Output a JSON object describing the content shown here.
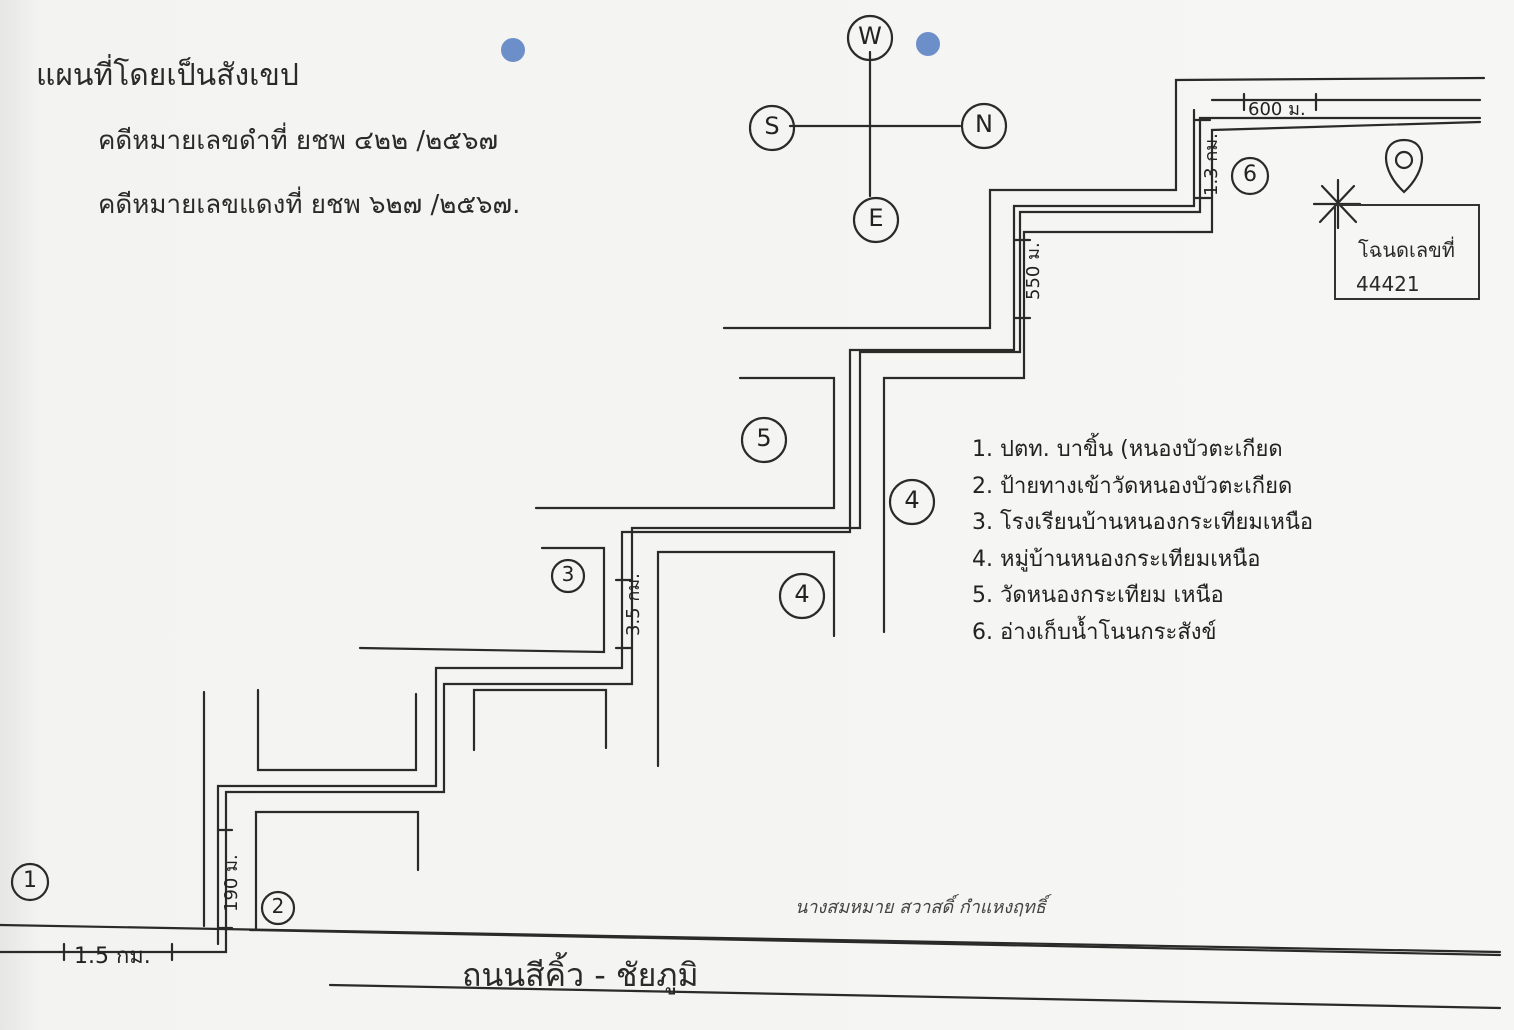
{
  "title": "แผนที่โดยเป็นสังเขป",
  "case_black": "คดีหมายเลขดำที่    ยชพ  ๔๒๒ /๒๕๖๗",
  "case_red": "คดีหมายเลขแดงที่    ยชพ  ๖๒๗ /๒๕๖๗.",
  "compass": {
    "north": "N",
    "south": "S",
    "east": "E",
    "west": "W"
  },
  "distances": {
    "first_leg": "1.5 กม.",
    "side_road": "190 ม.",
    "mid_road": "3.5 กม.",
    "upper_road": "550 ม.",
    "top_road": "1.3 กม.",
    "last_leg": "600 ม."
  },
  "markers": [
    "1",
    "2",
    "3",
    "4",
    "4",
    "5",
    "6"
  ],
  "legend": [
    "1. ปตท. บาขิ้น (หนองบัวตะเกียด",
    "2. ป้ายทางเข้าวัดหนองบัวตะเกียด",
    "3. โรงเรียนบ้านหนองกระเทียมเหนือ",
    "4. หมู่บ้านหนองกระเทียมเหนือ",
    "5. วัดหนองกระเทียม เหนือ",
    "6. อ่างเก็บน้ำโนนกระสังข์"
  ],
  "deed": {
    "line1": "โฉนดเลขที่",
    "line2": "44421"
  },
  "road_name": "ถนนสีคิ้ว - ชัยภูมิ",
  "signature": "นางสมหมาย  สวาสดิ์  กำแหงฤทธิ์",
  "colors": {
    "ink": "#2a2a2a",
    "dot": "#6d8fc9",
    "paper": "#f4f4f2"
  }
}
